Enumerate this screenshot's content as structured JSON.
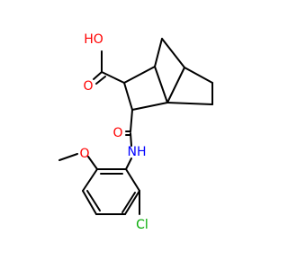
{
  "colors": {
    "background": "#ffffff",
    "bond": "#000000",
    "oxygen": "#ff0000",
    "nitrogen": "#0000ff",
    "chlorine": "#00aa00"
  },
  "atom_labels": {
    "oh": "HO",
    "o_acid": "O",
    "o_amide": "O",
    "nh": "NH",
    "o_methoxy": "O",
    "cl": "Cl"
  }
}
